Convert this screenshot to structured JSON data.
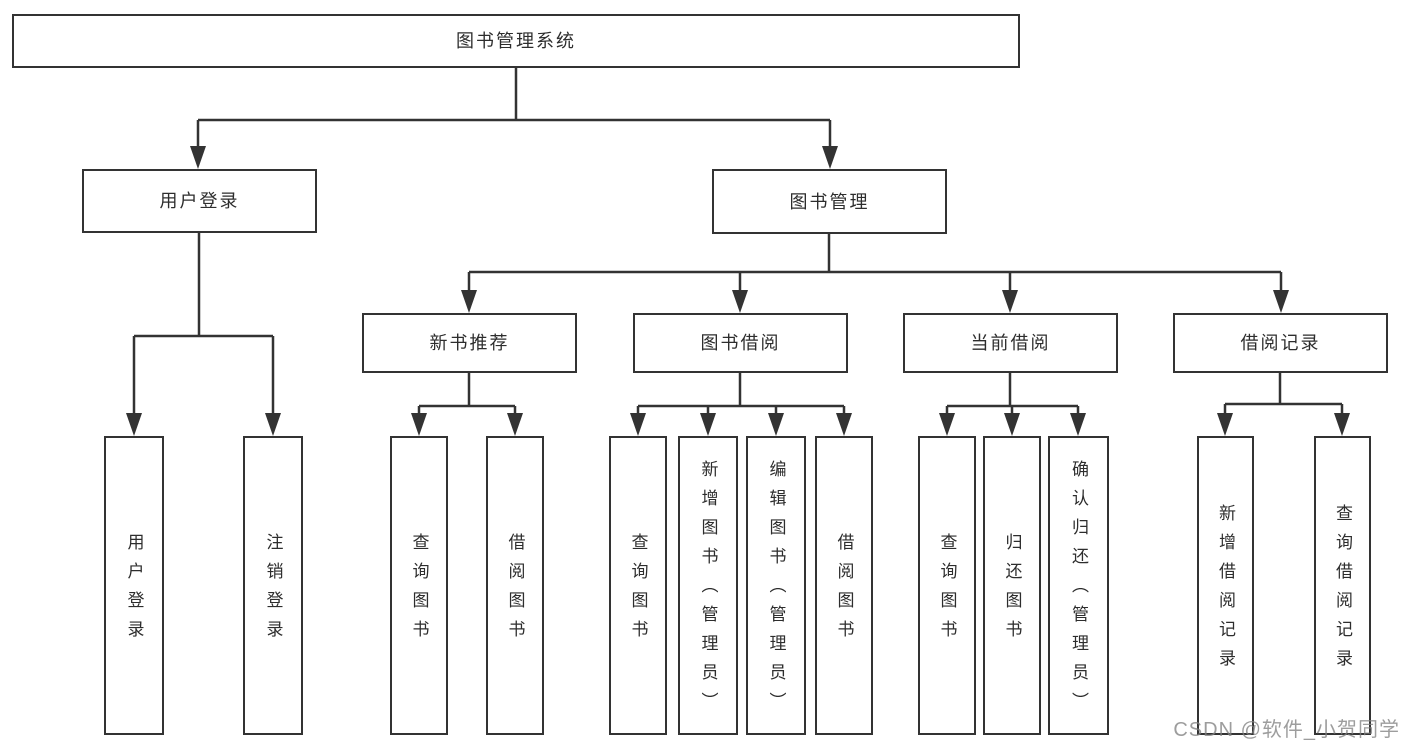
{
  "diagram": {
    "title": "图书管理系统",
    "root": {
      "label": "图书管理系统"
    },
    "level2": [
      {
        "label": "用户登录"
      },
      {
        "label": "图书管理"
      }
    ],
    "level3": [
      {
        "label": "新书推荐"
      },
      {
        "label": "图书借阅"
      },
      {
        "label": "当前借阅"
      },
      {
        "label": "借阅记录"
      }
    ],
    "groups": [
      {
        "parent": "用户登录",
        "children": [
          "用户登录",
          "注销登录"
        ]
      },
      {
        "parent": "新书推荐",
        "children": [
          "查询图书",
          "借阅图书"
        ]
      },
      {
        "parent": "图书借阅",
        "children": [
          "查询图书",
          "新增图书（管理员）",
          "编辑图书（管理员）",
          "借阅图书"
        ]
      },
      {
        "parent": "当前借阅",
        "children": [
          "查询图书",
          "归还图书",
          "确认归还（管理员）"
        ]
      },
      {
        "parent": "借阅记录",
        "children": [
          "新增借阅记录",
          "查询借阅记录"
        ]
      }
    ]
  },
  "watermark": {
    "text": "CSDN @软件_小贺同学"
  },
  "colors": {
    "line": "#333333",
    "box_border": "#333333",
    "box_fill": "#ffffff",
    "text": "#2d2d2d",
    "watermark": "#828282",
    "background": "#ffffff"
  }
}
